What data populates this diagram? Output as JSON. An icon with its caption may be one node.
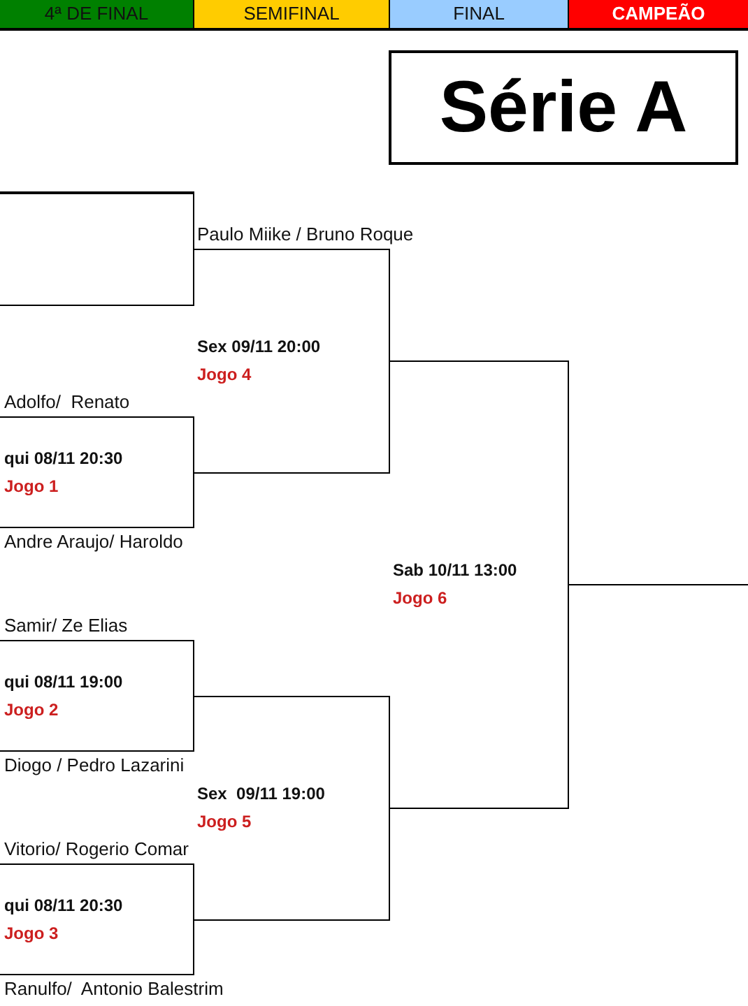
{
  "diagram": {
    "title": "Série A",
    "nodes": [
      {
        "text": [
          "4ª DE FINAL"
        ]
      },
      {
        "text": [
          "SEMIFINAL"
        ]
      },
      {
        "text": [
          "FINAL"
        ]
      },
      {
        "text": [
          "CAMPEÃO"
        ]
      },
      {
        "text": [],
        "shape": "box"
      },
      {
        "text": [
          "Sex 09/11 20:00",
          "Jogo 4"
        ]
      },
      {
        "text": [
          "qui 08/11 20:30",
          "Jogo 1"
        ],
        "beside": [
          "Adolfo/  Renato",
          "Andre Araujo/ Haroldo"
        ]
      },
      {
        "text": [
          "Sab 10/11 13:00",
          "Jogo 6"
        ]
      },
      {
        "text": [
          "qui 08/11 19:00",
          "Jogo 2"
        ],
        "beside": [
          "Samir/ Ze Elias",
          "Diogo / Pedro Lazarini"
        ]
      },
      {
        "text": [
          "Sex  09/11 19:00",
          "Jogo 5"
        ]
      },
      {
        "text": [
          "qui 08/11 20:30",
          "Jogo 3"
        ],
        "beside": [
          "Vitorio/ Rogerio Comar",
          "Ranulfo/  Antonio Balestrim"
        ]
      }
    ],
    "edges": [
      {
        "from": 4,
        "to": 5,
        "arrow": "none",
        "label": "Paulo Miike / Bruno Roque"
      },
      {
        "from": 6,
        "to": 5,
        "arrow": "none"
      },
      {
        "from": 5,
        "to": 7,
        "arrow": "none"
      },
      {
        "from": 8,
        "to": 9,
        "arrow": "none"
      },
      {
        "from": 10,
        "to": 9,
        "arrow": "none"
      },
      {
        "from": 9,
        "to": 7,
        "arrow": "none"
      },
      {
        "from": 7,
        "to": null,
        "arrow": "none"
      }
    ]
  }
}
